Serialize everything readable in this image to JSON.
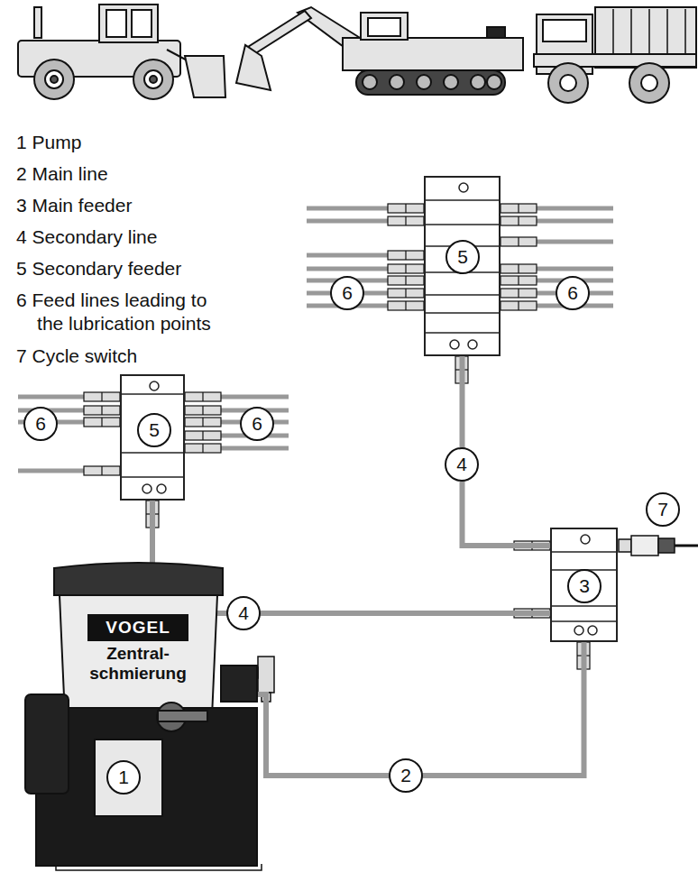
{
  "diagram": {
    "nodes": [
      {
        "text": [
          "VOGEL",
          "Zentral- schmierung"
        ]
      },
      {
        "text": [
          "3"
        ]
      },
      {
        "text": [
          "5"
        ]
      },
      {
        "text": [
          "5"
        ]
      }
    ],
    "edges": [
      {
        "from": 0,
        "to": 1,
        "arrow": "none",
        "label": "2"
      },
      {
        "from": 1,
        "to": 2,
        "arrow": "none",
        "label": "4"
      },
      {
        "from": 1,
        "to": 3,
        "arrow": "none",
        "label": "4"
      }
    ],
    "labels": [
      "1 Pump",
      "2 Main line",
      "3 Main feeder",
      "4 Secondary line",
      "5 Secondary feeder",
      "6 Feed lines leading to the lubrication points",
      "7 Cycle switch",
      "1",
      "6",
      "6",
      "6",
      "6",
      "7"
    ]
  }
}
